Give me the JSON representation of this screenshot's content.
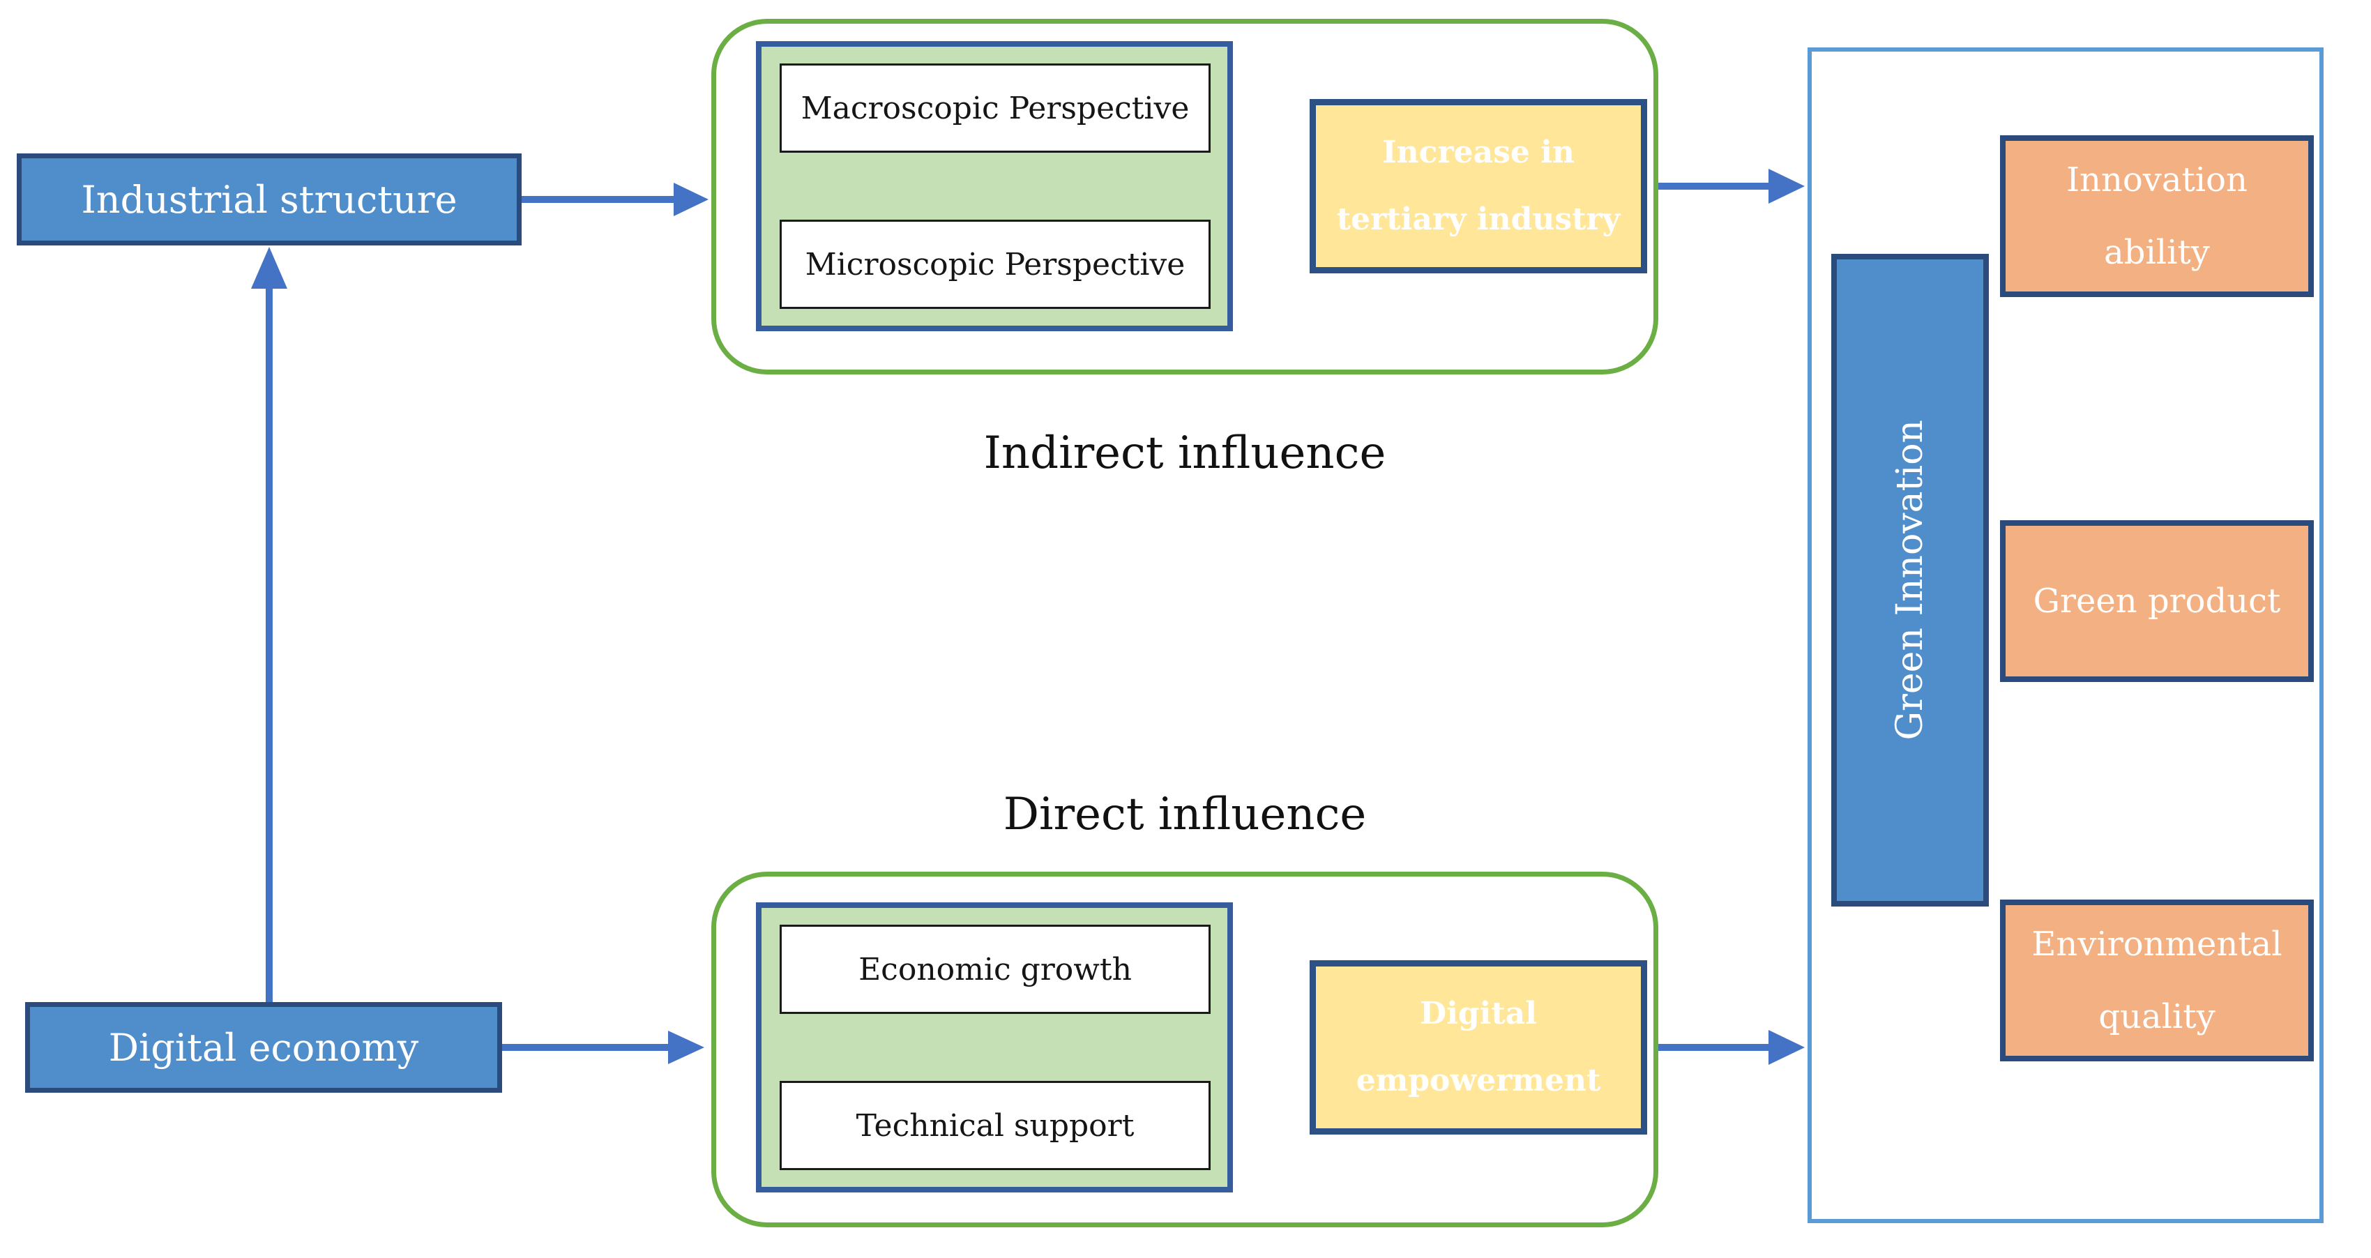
{
  "colors": {
    "box_blue": "#4F8DCB",
    "border_navy": "#2B4B7C",
    "green_border": "#6AAE44",
    "green_fill": "#C5E0B4",
    "inner_border_blue": "#355C9C",
    "yellow_fill": "#FFE699",
    "orange_fill": "#F3B183",
    "panel_border_blue": "#5B9BD5",
    "arrow_blue": "#4472C4"
  },
  "nodes": {
    "industrial": "Industrial structure",
    "digital": "Digital economy"
  },
  "indirect": {
    "caption": "Indirect influence",
    "perspective1": "Macroscopic Perspective",
    "perspective2": "Microscopic Perspective",
    "outcome_line1": "Increase in",
    "outcome_line2": "tertiary industry"
  },
  "direct": {
    "caption": "Direct influence",
    "factor1": "Economic growth",
    "factor2": "Technical support",
    "outcome_line1": "Digital",
    "outcome_line2": "empowerment"
  },
  "green_innovation": {
    "label": "Green Innovation",
    "outcome1_line1": "Innovation",
    "outcome1_line2": "ability",
    "outcome2": "Green product",
    "outcome3_line1": "Environmental",
    "outcome3_line2": "quality"
  }
}
